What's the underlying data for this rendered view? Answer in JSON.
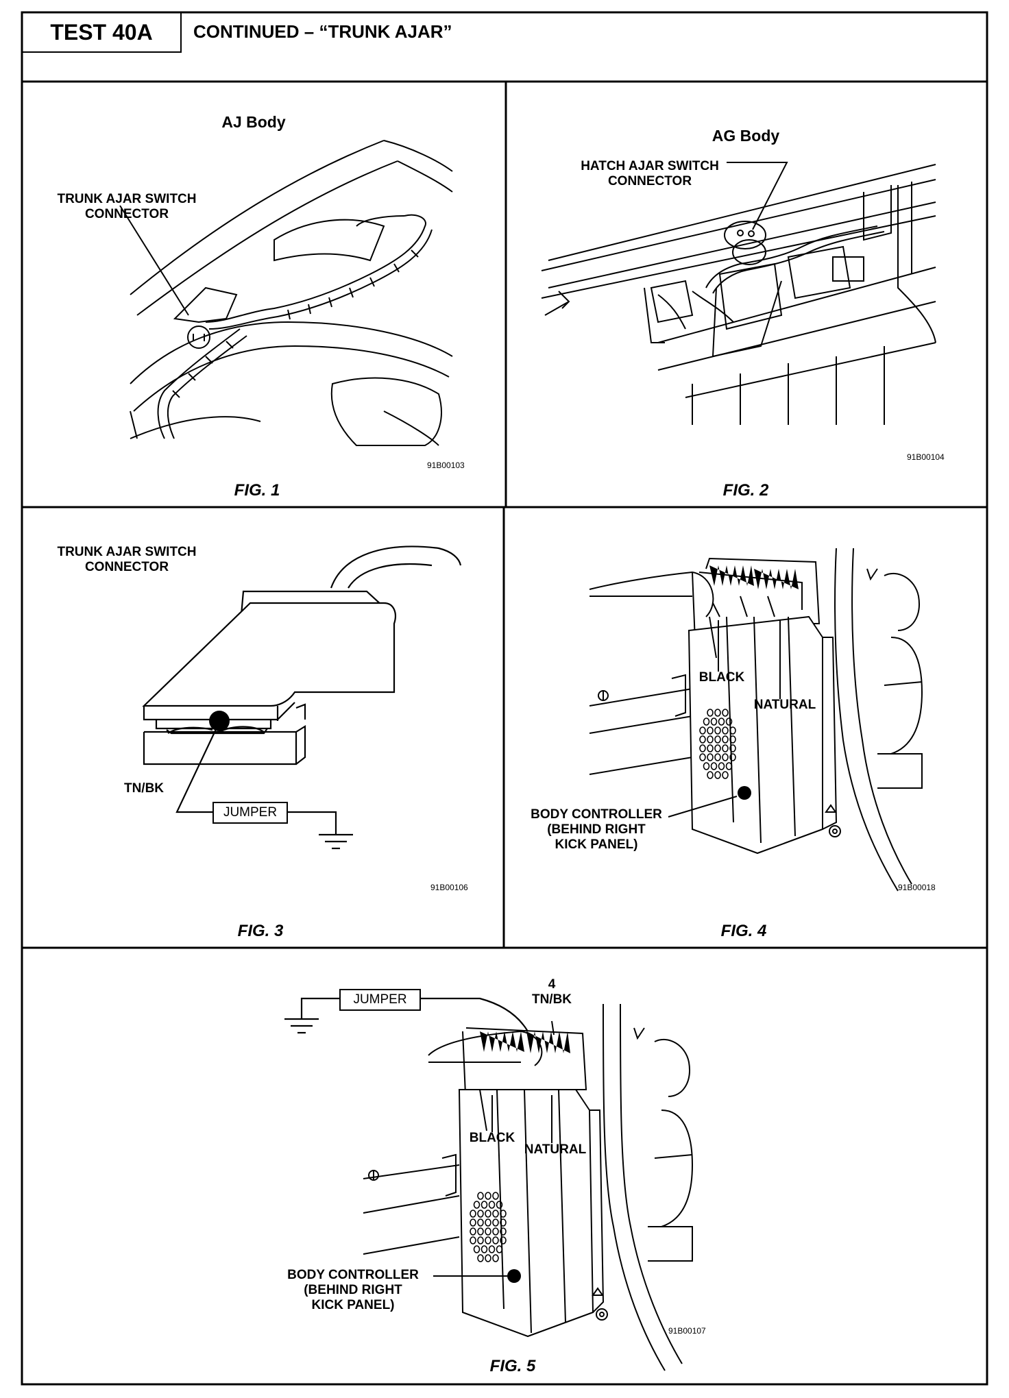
{
  "header": {
    "test_label": "TEST 40A",
    "title": "CONTINUED – “TRUNK AJAR”"
  },
  "figures": [
    {
      "caption": "FIG. 1",
      "body": "AJ Body",
      "callouts": [
        "TRUNK AJAR SWITCH\nCONNECTOR"
      ],
      "code": "91B00103"
    },
    {
      "caption": "FIG. 2",
      "body": "AG Body",
      "callouts": [
        "HATCH AJAR SWITCH\nCONNECTOR"
      ],
      "code": "91B00104"
    },
    {
      "caption": "FIG. 3",
      "callouts": [
        "TRUNK AJAR SWITCH\nCONNECTOR",
        "TN/BK",
        "JUMPER"
      ],
      "code": "91B00106"
    },
    {
      "caption": "FIG. 4",
      "callouts": [
        "BLACK",
        "NATURAL",
        "BODY CONTROLLER\n(BEHIND RIGHT\nKICK PANEL)"
      ],
      "code": "91B00018"
    },
    {
      "caption": "FIG. 5",
      "callouts": [
        "JUMPER",
        "4\nTN/BK",
        "BLACK",
        "NATURAL",
        "BODY CONTROLLER\n(BEHIND RIGHT\nKICK PANEL)"
      ],
      "code": "91B00107"
    }
  ]
}
